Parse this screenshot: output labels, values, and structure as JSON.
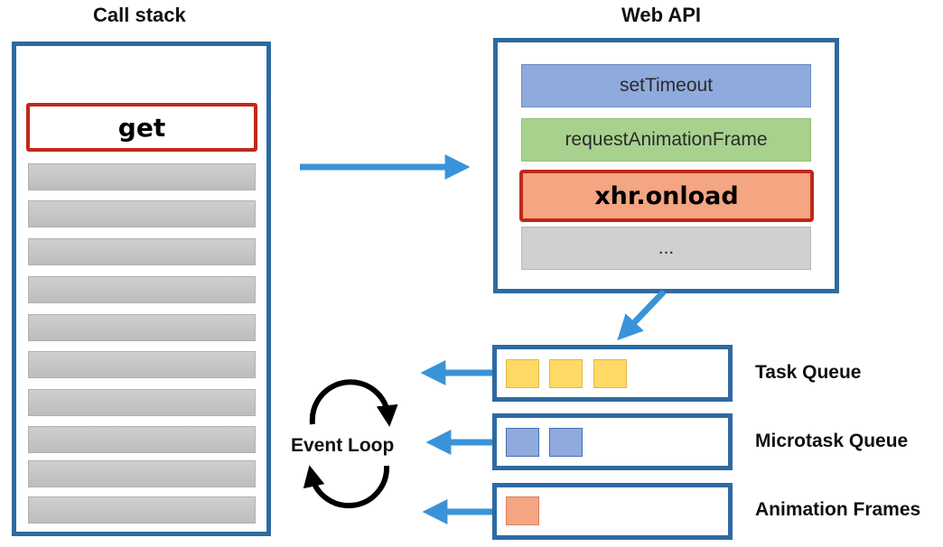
{
  "call_stack": {
    "title": "Call stack",
    "top_frame": "get"
  },
  "web_api": {
    "title": "Web API",
    "items": [
      "setTimeout",
      "requestAnimationFrame",
      "xhr.onload",
      "..."
    ]
  },
  "queues": {
    "task": "Task Queue",
    "microtask": "Microtask Queue",
    "animation": "Animation Frames"
  },
  "event_loop": {
    "label": "Event Loop"
  },
  "colors": {
    "border_blue": "#2e6aa1",
    "highlight_red": "#c0281b",
    "arrow_blue": "#3a93d8",
    "api_blue": "#8faadc",
    "api_green": "#a9d18e",
    "api_orange": "#f4a582",
    "task_yellow": "#ffd966"
  }
}
